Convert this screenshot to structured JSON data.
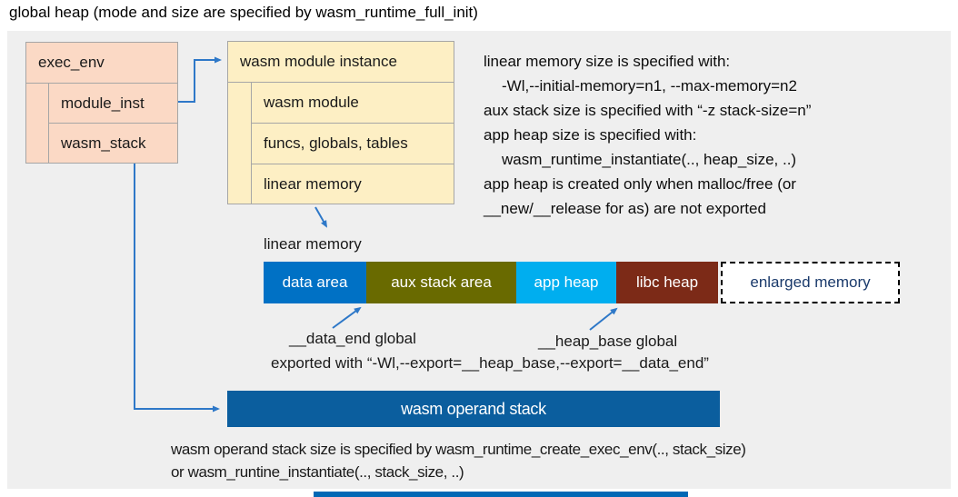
{
  "title": "global heap (mode and size are specified by wasm_runtime_full_init)",
  "exec_env_box": {
    "title": "exec_env",
    "rows": [
      "module_inst",
      "wasm_stack"
    ]
  },
  "module_instance_box": {
    "title": "wasm module instance",
    "rows": [
      "wasm module",
      "funcs, globals, tables",
      "linear memory"
    ]
  },
  "memory_notes": {
    "line1": "linear memory size is specified with:",
    "line2": "-Wl,--initial-memory=n1, --max-memory=n2",
    "line3": "aux stack size is specified with “-z stack-size=n”",
    "line4": "app heap size is specified with:",
    "line5": "wasm_runtime_instantiate(.., heap_size, ..)",
    "line6": "app heap is created only when malloc/free (or",
    "line7": "__new/__release for as) are not exported"
  },
  "linear_memory": {
    "caption": "linear memory",
    "segments": [
      {
        "label": "data area",
        "color": "#0071C5"
      },
      {
        "label": "aux stack area",
        "color": "#696A00"
      },
      {
        "label": "app heap",
        "color": "#00AEEF"
      },
      {
        "label": "libc heap",
        "color": "#7C2A17"
      },
      {
        "label": "enlarged memory",
        "color": "#FFFFFF"
      }
    ],
    "data_end_label": "__data_end global",
    "heap_base_label": "__heap_base global",
    "export_note": "exported with “-Wl,--export=__heap_base,--export=__data_end”"
  },
  "operand_stack": {
    "label": "wasm operand stack",
    "note_line1": "wasm operand stack size is specified by wasm_runtime_create_exec_env(.., stack_size)",
    "note_line2": "or wasm_runtine_instantiate(.., stack_size, ..)"
  },
  "colors": {
    "panel_bg": "#EFEFEF",
    "salmon_box": "#FBD9C5",
    "yellow_box": "#FDEFC4",
    "box_border": "#A6A6A6",
    "arrow_blue": "#2E78C8",
    "data_area": "#0071C5",
    "aux_stack_area": "#696A00",
    "app_heap": "#00AEEF",
    "libc_heap": "#7C2A17",
    "enlarged_memory_text": "#1A3A6B",
    "operand_stack_bar": "#0B5E9E",
    "bottom_accent_bar": "#0068B5"
  }
}
